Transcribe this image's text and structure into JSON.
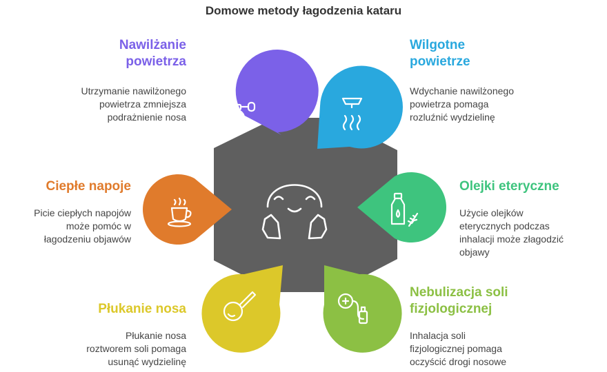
{
  "title": "Domowe metody łagodzenia kataru",
  "colors": {
    "center": "#5f5f5f",
    "purple": "#7b61e8",
    "blue": "#29a8de",
    "orange": "#e07b2c",
    "green": "#3ec47e",
    "yellow": "#dcc82a",
    "lime": "#8cc044"
  },
  "items": {
    "humidify": {
      "title_l1": "Nawilżanie",
      "title_l2": "powietrza",
      "desc_l1": "Utrzymanie nawilżonego",
      "desc_l2": "powietrza zmniejsza",
      "desc_l3": "podrażnienie nosa",
      "icon": "perfume-atomizer-icon"
    },
    "moist_air": {
      "title_l1": "Wilgotne",
      "title_l2": "powietrze",
      "desc_l1": "Wdychanie nawilżonego",
      "desc_l2": "powietrza pomaga",
      "desc_l3": "rozluźnić wydzielinę",
      "icon": "steam-icon"
    },
    "warm_drinks": {
      "title_l1": "Ciepłe napoje",
      "desc_l1": "Picie ciepłych napojów",
      "desc_l2": "może pomóc w",
      "desc_l3": "łagodzeniu objawów",
      "icon": "hot-cup-icon"
    },
    "essential_oils": {
      "title_l1": "Olejki eteryczne",
      "desc_l1": "Użycie olejków",
      "desc_l2": "eterycznych podczas",
      "desc_l3": "inhalacji może złagodzić",
      "desc_l4": "objawy",
      "icon": "oil-bottle-icon"
    },
    "nasal_rinse": {
      "title_l1": "Płukanie nosa",
      "desc_l1": "Płukanie nosa",
      "desc_l2": "roztworem soli pomaga",
      "desc_l3": "usunąć wydzielinę",
      "icon": "nasal-bulb-icon"
    },
    "nebulization": {
      "title_l1": "Nebulizacja soli",
      "title_l2": "fizjologicznej",
      "desc_l1": "Inhalacja soli",
      "desc_l2": "fizjologicznej pomaga",
      "desc_l3": "oczyścić drogi nosowe",
      "icon": "nebulizer-icon"
    }
  }
}
